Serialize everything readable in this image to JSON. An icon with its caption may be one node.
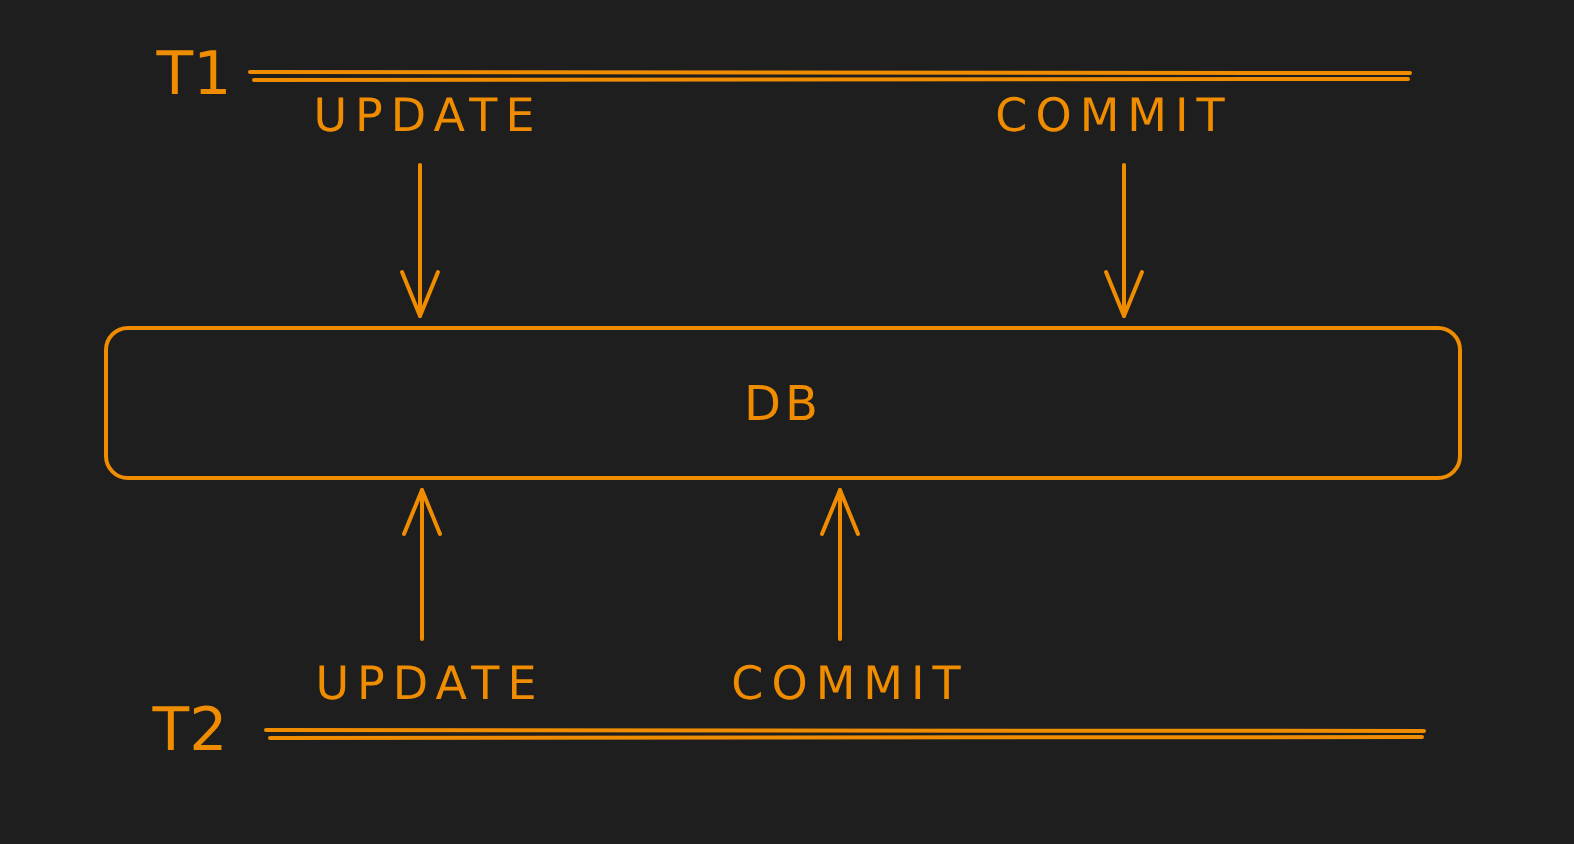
{
  "diagram": {
    "nodes": [
      {
        "text": [
          "UPDATE"
        ]
      },
      {
        "text": [
          "COMMIT"
        ]
      },
      {
        "text": [
          "DB"
        ]
      },
      {
        "text": [
          "UPDATE"
        ]
      },
      {
        "text": [
          "COMMIT"
        ]
      }
    ],
    "edges": [
      {
        "from": 0,
        "to": 2,
        "arrow": "to"
      },
      {
        "from": 1,
        "to": 2,
        "arrow": "to"
      },
      {
        "from": 3,
        "to": 2,
        "arrow": "to"
      },
      {
        "from": 4,
        "to": 2,
        "arrow": "to"
      }
    ],
    "labels": [
      "T1",
      "T2"
    ]
  }
}
